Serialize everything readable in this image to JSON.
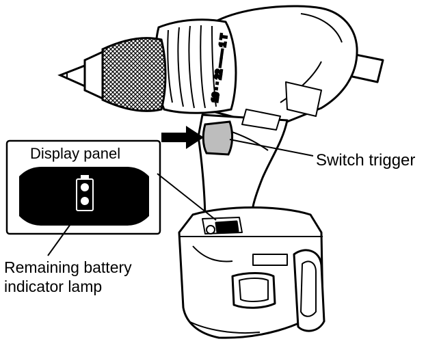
{
  "labels": {
    "display_panel": "Display panel",
    "switch_trigger": "Switch trigger",
    "battery_lamp_line1": "Remaining battery",
    "battery_lamp_line2": "indicator lamp"
  },
  "drill_markings": {
    "clutch_scale": "19 · · 22 —— 1  T"
  }
}
